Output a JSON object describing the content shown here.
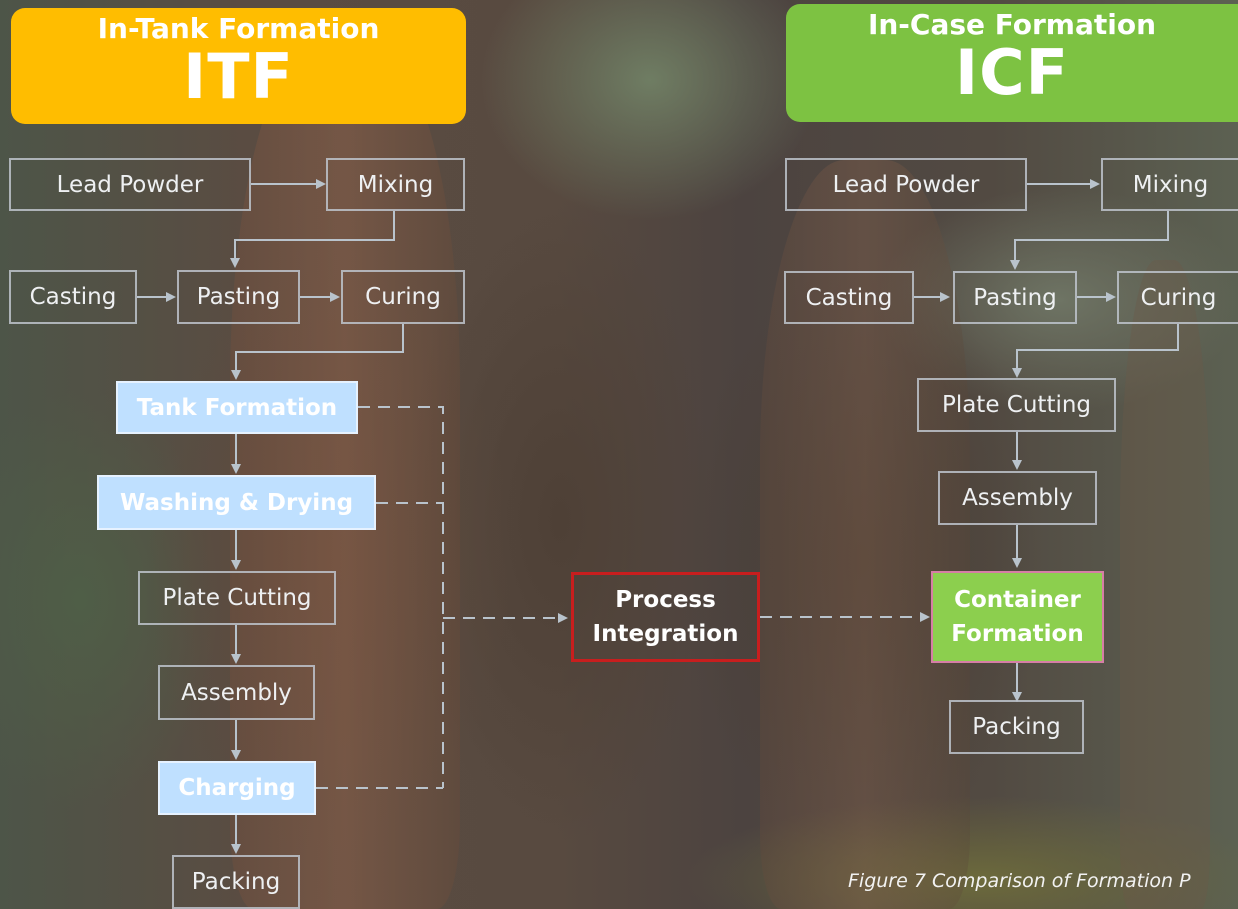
{
  "itf": {
    "subtitle": "In-Tank Formation",
    "acronym": "ITF",
    "color": "#ffbd00",
    "steps": {
      "lead_powder": "Lead Powder",
      "mixing": "Mixing",
      "casting": "Casting",
      "pasting": "Pasting",
      "curing": "Curing",
      "tank_formation": "Tank Formation",
      "washing_drying": "Washing & Drying",
      "plate_cutting": "Plate Cutting",
      "assembly": "Assembly",
      "charging": "Charging",
      "packing": "Packing"
    }
  },
  "icf": {
    "subtitle": "In-Case Formation",
    "acronym": "ICF",
    "color": "#7dc242",
    "steps": {
      "lead_powder": "Lead Powder",
      "mixing": "Mixing",
      "casting": "Casting",
      "pasting": "Pasting",
      "curing": "Curing",
      "plate_cutting": "Plate Cutting",
      "assembly": "Assembly",
      "container_formation": "Container Formation",
      "packing": "Packing"
    }
  },
  "process_integration": "Process Integration",
  "caption": "Figure 7 Comparison of Formation P"
}
